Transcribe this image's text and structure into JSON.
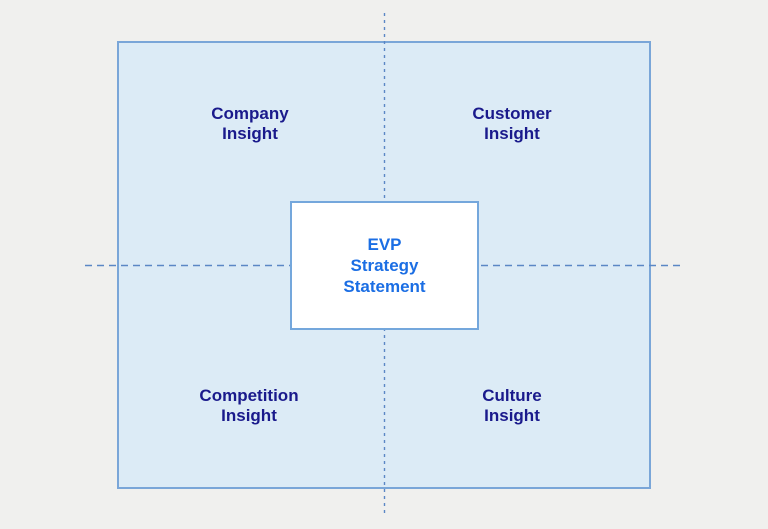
{
  "diagram": {
    "type": "quadrant-matrix",
    "quadrants": {
      "top_left": "Company\nInsight",
      "top_right": "Customer\nInsight",
      "bottom_left": "Competition\nInsight",
      "bottom_right": "Culture\nInsight"
    },
    "center_box": {
      "label": "EVP\nStrategy\nStatement"
    },
    "colors": {
      "page_background": "#f0f0ee",
      "quadrant_fill": "#dcebf6",
      "quadrant_border": "#7aa6d8",
      "center_box_fill": "#ffffff",
      "center_box_border": "#74a7dc",
      "dashed_axis_line": "#5b87c5",
      "quadrant_label_text": "#1a1a8c",
      "center_label_text": "#1b6ee4"
    }
  }
}
